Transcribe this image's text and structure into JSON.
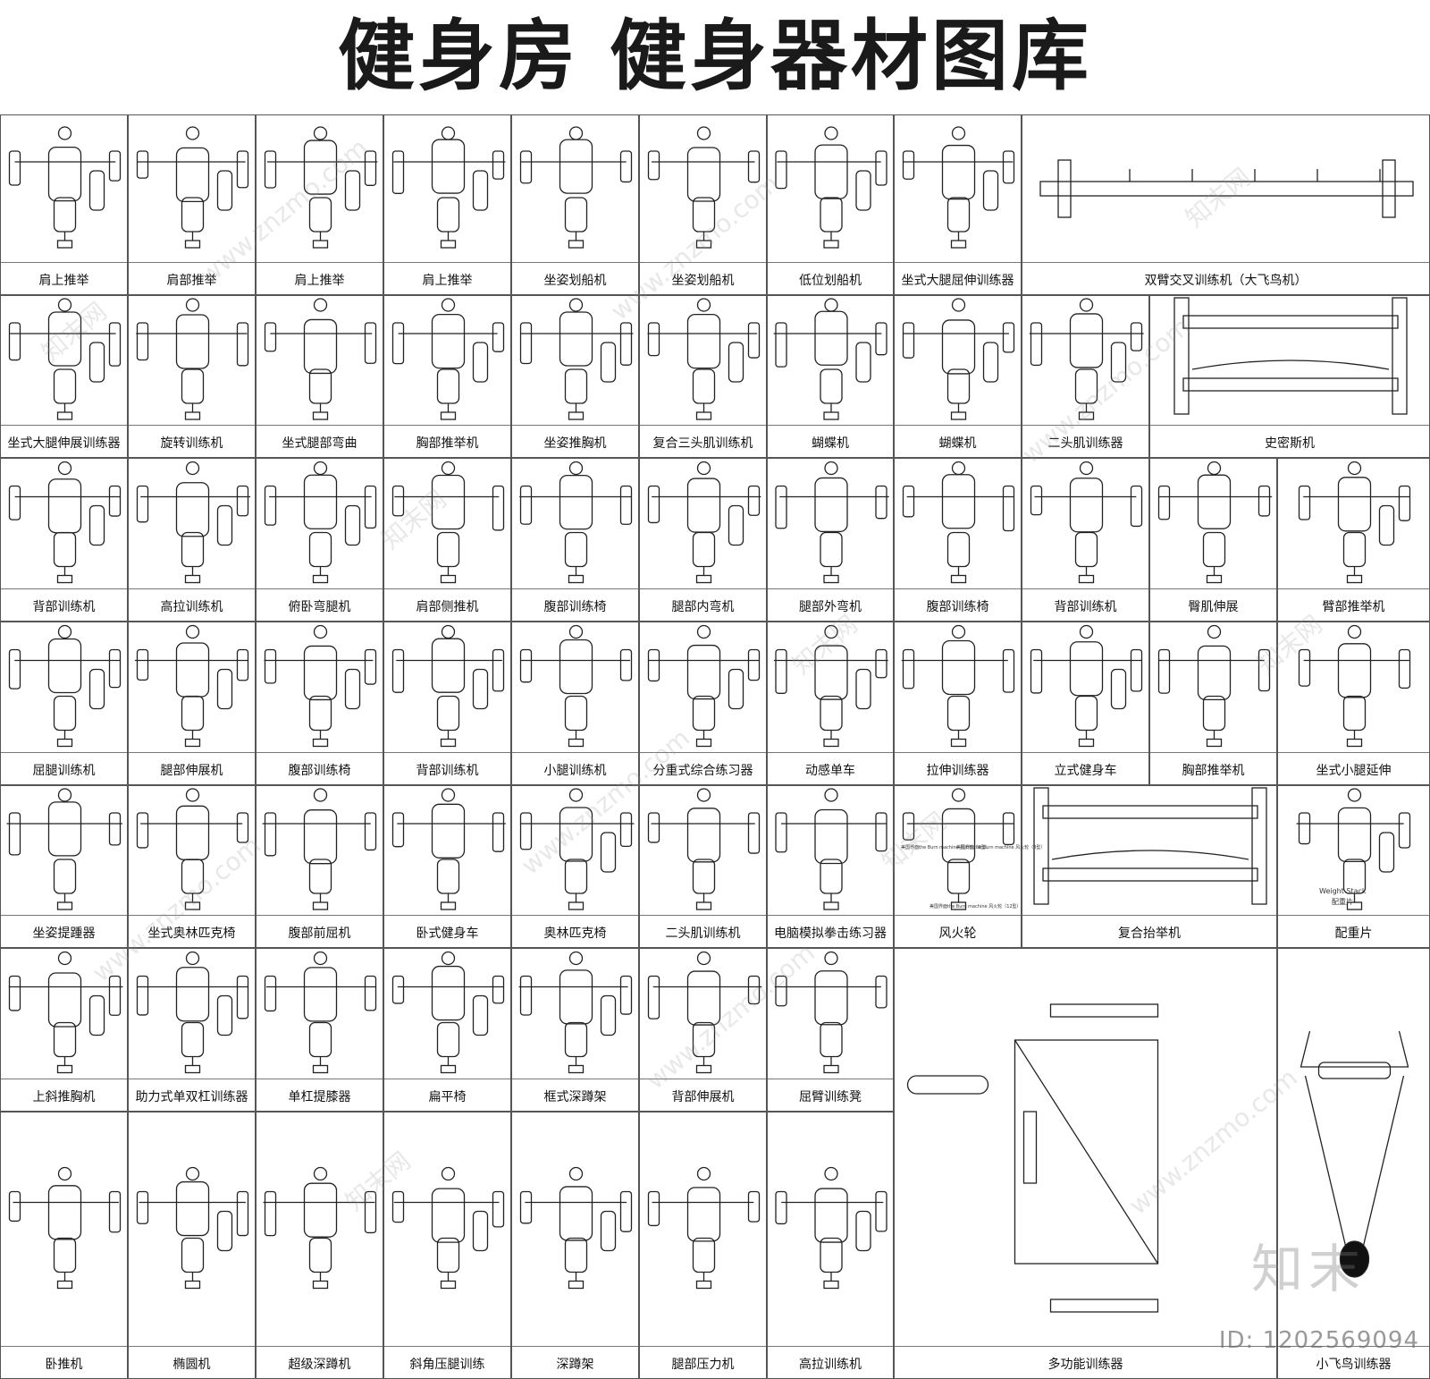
{
  "title": "健身房  健身器材图库",
  "watermark": {
    "site": "www.znzmo.com",
    "brand": "知末网",
    "logo": "知末",
    "id": "ID: 1202569094"
  },
  "rows": [
    [
      "肩上推举",
      "肩部推举",
      "肩上推举",
      "肩上推举",
      "坐姿划船机",
      "坐姿划船机",
      "低位划船机",
      "坐式大腿屈伸训练器",
      "双臂交叉训练机（大飞鸟机）"
    ],
    [
      "坐式大腿伸展训练器",
      "旋转训练机",
      "坐式腿部弯曲",
      "胸部推举机",
      "坐姿推胸机",
      "复合三头肌训练机",
      "蝴蝶机",
      "蝴蝶机",
      "二头肌训练器",
      "史密斯机"
    ],
    [
      "背部训练机",
      "高拉训练机",
      "俯卧弯腿机",
      "肩部侧推机",
      "腹部训练椅",
      "腿部内弯机",
      "腿部外弯机",
      "腹部训练椅",
      "背部训练机",
      "臀肌伸展",
      "臂部推举机"
    ],
    [
      "屈腿训练机",
      "腿部伸展机",
      "腹部训练椅",
      "背部训练机",
      "小腿训练机",
      "分重式综合练习器",
      "动感单车",
      "拉伸训练器",
      "立式健身车",
      "胸部推举机",
      "坐式小腿延伸"
    ],
    [
      "坐姿提踵器",
      "坐式奥林匹克椅",
      "腹部前屈机",
      "卧式健身车",
      "奥林匹克椅",
      "二头肌训练机",
      "电脑模拟拳击练习器",
      "风火轮",
      "复合抬举机",
      "配重片"
    ],
    [
      "上斜推胸机",
      "助力式单双杠训练器",
      "单杠提膝器",
      "扁平椅",
      "框式深蹲架",
      "背部伸展机",
      "屈臂训练凳"
    ],
    [
      "卧推机",
      "椭圆机",
      "超级深蹲机",
      "斜角压腿训练",
      "深蹲架",
      "腿部压力机",
      "高拉训练机"
    ],
    [
      "多功能训练器",
      "小飞鸟训练器"
    ]
  ],
  "small_text": {
    "fire_wheel_1": "美国界面the Burn machine 风火轮（8型）",
    "fire_wheel_2": "美国界面the Burn machine 风火轮（8型）",
    "fire_wheel_3": "美国界面the Burn machine 风火轮（12型）",
    "weight_stack": "Weight Stack",
    "weight_stack_cn": "配重片"
  }
}
